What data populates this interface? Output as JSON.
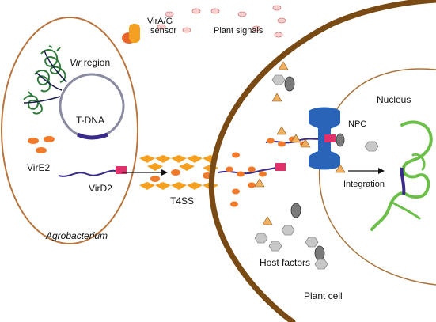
{
  "labels": {
    "vir_prefix": "Vir",
    "vir_suffix": " region",
    "tdna": "T-DNA",
    "vire2": "VirE2",
    "vird2": "VirD2",
    "t4ss": "T4SS",
    "agrobacterium": "Agrobacterium",
    "sensor_line1": "VirA/G",
    "sensor_line2": "sensor",
    "plant_signals": "Plant signals",
    "nucleus": "Nucleus",
    "npc": "NPC",
    "integration": "Integration",
    "host_factors": "Host factors",
    "plant_cell": "Plant cell"
  },
  "colors": {
    "bacterium_outline": "#b8743c",
    "cell_wall": "#7a4a14",
    "nucleus_outline": "#a9743e",
    "plasmid": "#8a8aa0",
    "tdna_segment": "#3a2a8a",
    "vir_genes": "#2f7a3a",
    "vire2": "#f07a2a",
    "vird2": "#e0316a",
    "npc": "#2a64b8",
    "chromosome": "#6cc04a",
    "host_triangle": "#f0b060",
    "host_hexagon": "#c8c8c8",
    "host_oval": "#7a7a7a",
    "plant_signal": "#f0b0b0",
    "sensor": "#f5a020"
  }
}
